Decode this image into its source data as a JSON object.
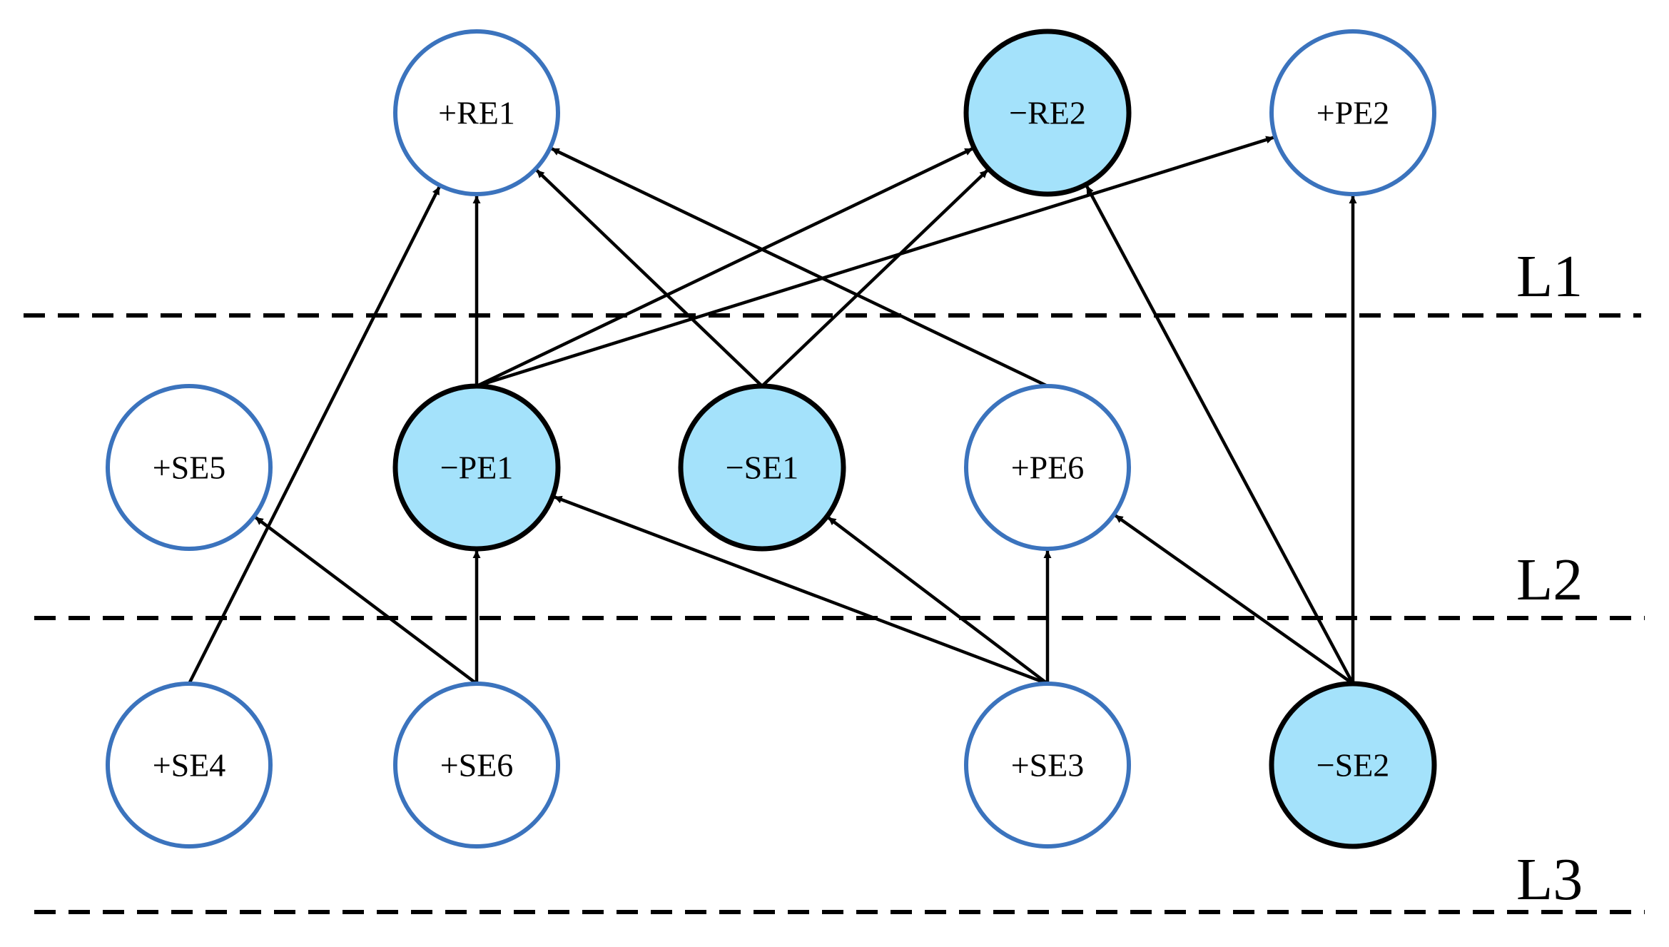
{
  "colors": {
    "positive_fill": "#ffffff",
    "positive_stroke": "#3b73bd",
    "negative_fill": "#a4e2fb",
    "negative_stroke": "#000000",
    "edge": "#000000",
    "divider": "#000000"
  },
  "layers": [
    {
      "id": "L1",
      "label": "L1"
    },
    {
      "id": "L2",
      "label": "L2"
    },
    {
      "id": "L3",
      "label": "L3"
    }
  ],
  "nodes": [
    {
      "id": "RE1",
      "label": "+RE1",
      "sign": "positive",
      "layer": "L1"
    },
    {
      "id": "RE2",
      "label": "−RE2",
      "sign": "negative",
      "layer": "L1"
    },
    {
      "id": "PE2",
      "label": "+PE2",
      "sign": "positive",
      "layer": "L1"
    },
    {
      "id": "SE5",
      "label": "+SE5",
      "sign": "positive",
      "layer": "L2"
    },
    {
      "id": "PE1",
      "label": "−PE1",
      "sign": "negative",
      "layer": "L2"
    },
    {
      "id": "SE1",
      "label": "−SE1",
      "sign": "negative",
      "layer": "L2"
    },
    {
      "id": "PE6",
      "label": "+PE6",
      "sign": "positive",
      "layer": "L2"
    },
    {
      "id": "SE4",
      "label": "+SE4",
      "sign": "positive",
      "layer": "L3"
    },
    {
      "id": "SE6",
      "label": "+SE6",
      "sign": "positive",
      "layer": "L3"
    },
    {
      "id": "SE3",
      "label": "+SE3",
      "sign": "positive",
      "layer": "L3"
    },
    {
      "id": "SE2",
      "label": "−SE2",
      "sign": "negative",
      "layer": "L3"
    }
  ],
  "edges": [
    {
      "from": "SE4",
      "to": "RE1"
    },
    {
      "from": "PE1",
      "to": "RE1"
    },
    {
      "from": "SE1",
      "to": "RE1"
    },
    {
      "from": "PE6",
      "to": "RE1"
    },
    {
      "from": "PE1",
      "to": "RE2"
    },
    {
      "from": "SE1",
      "to": "RE2"
    },
    {
      "from": "SE2",
      "to": "RE2"
    },
    {
      "from": "PE1",
      "to": "PE2"
    },
    {
      "from": "SE2",
      "to": "PE2"
    },
    {
      "from": "SE6",
      "to": "SE5"
    },
    {
      "from": "SE6",
      "to": "PE1"
    },
    {
      "from": "SE3",
      "to": "PE1"
    },
    {
      "from": "SE3",
      "to": "SE1"
    },
    {
      "from": "SE3",
      "to": "PE6"
    },
    {
      "from": "SE2",
      "to": "PE6"
    }
  ]
}
